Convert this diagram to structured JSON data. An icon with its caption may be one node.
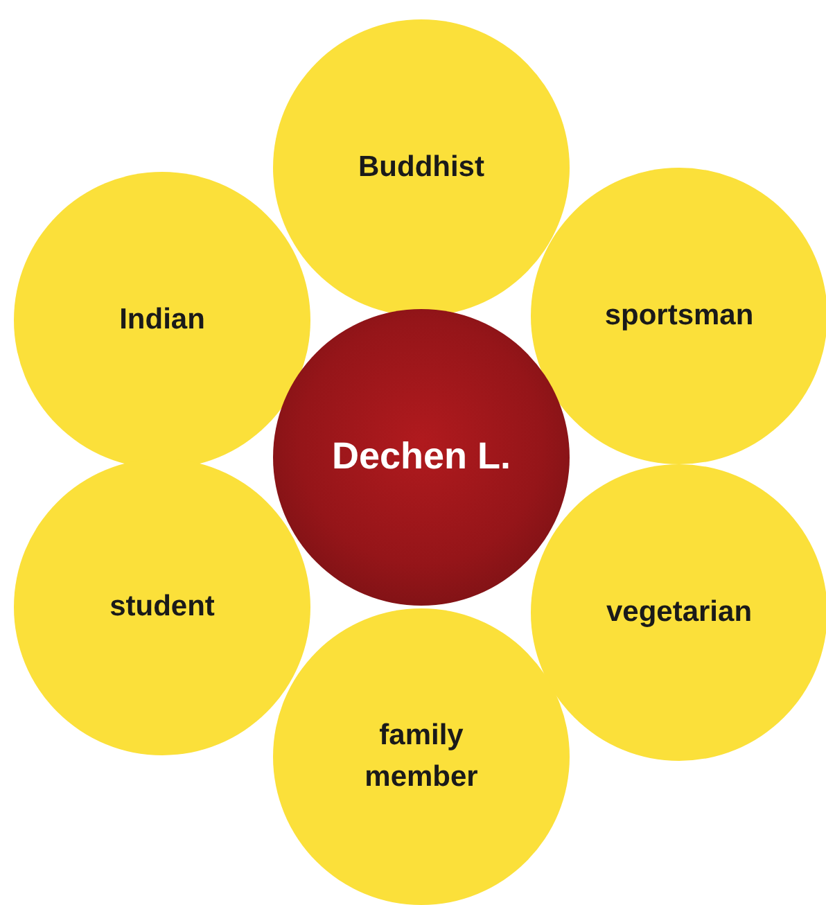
{
  "diagram": {
    "nodes": [
      {
        "text": [
          "Buddhist"
        ]
      },
      {
        "text": [
          "Indian"
        ]
      },
      {
        "text": [
          "sportsman"
        ]
      },
      {
        "text": [
          "Dechen L."
        ]
      },
      {
        "text": [
          "student"
        ]
      },
      {
        "text": [
          "vegetarian"
        ]
      },
      {
        "text": [
          "family member"
        ]
      }
    ]
  }
}
